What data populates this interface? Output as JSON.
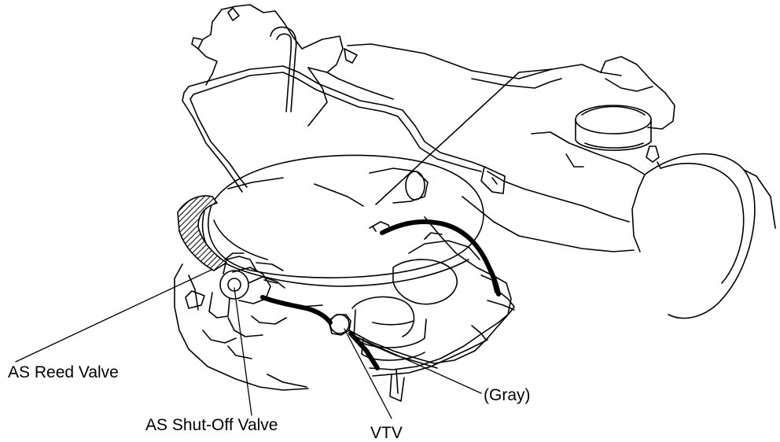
{
  "diagram": {
    "labels": {
      "as_reed_valve": "AS Reed Valve",
      "as_shut_off_valve": "AS Shut-Off Valve",
      "vtv": "VTV",
      "gray": "(Gray)"
    }
  }
}
